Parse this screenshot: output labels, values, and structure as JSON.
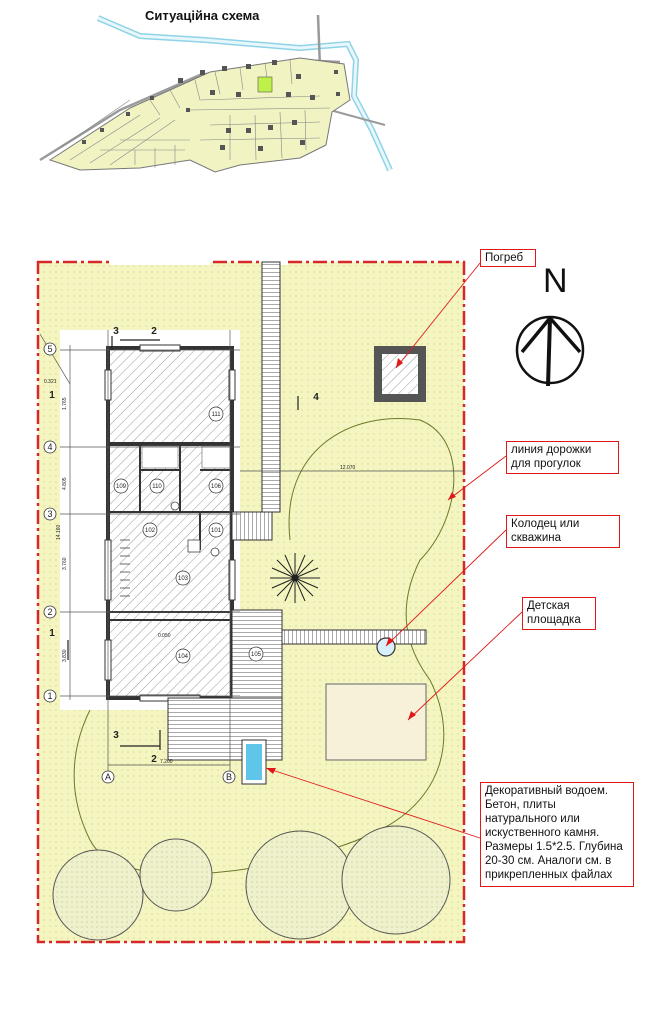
{
  "title": "Ситуаційна схема",
  "north_label": "N",
  "callouts": [
    {
      "id": "cellar",
      "text": "Погреб"
    },
    {
      "id": "path",
      "text": "линия дорожки\nдля прогулок"
    },
    {
      "id": "well",
      "text": "Колодец или\nскважина"
    },
    {
      "id": "playground",
      "text": "Детская\nплощадка"
    },
    {
      "id": "pond",
      "text": "Декоративный водоем.\nБетон, плиты\nнатурального или\nискуственного камня.\nРазмеры 1.5*2.5. Глубина\n20-30 см. Аналоги см. в\nприкрепленных файлах"
    }
  ],
  "grid_axes": {
    "rows": [
      "5",
      "4",
      "3",
      "2",
      "1"
    ],
    "cols": [
      "A",
      "B"
    ]
  },
  "section_marks": [
    "2",
    "3",
    "4",
    "2",
    "3",
    "1",
    "1"
  ],
  "rooms": [
    "111",
    "109",
    "110",
    "106",
    "102",
    "101",
    "103",
    "104",
    "105"
  ],
  "dimension_labels": {
    "long": "12.070",
    "width": "7.200",
    "total_height": "14.160",
    "segments": [
      "1.765",
      "4.805",
      "3.760",
      "3.830"
    ],
    "offset": "0.321",
    "level": "0.050"
  },
  "colors": {
    "site_fill": "#f4f5c0",
    "boundary": "#d62828",
    "callout_border": "#e01818",
    "wall": "#333333",
    "tree": "#e9edc4",
    "pond": "#5fc6ea",
    "playground": "#f7f1da",
    "highlight_lot": "#bff04a"
  },
  "icons": [
    "north-arrow-icon",
    "shrub-icon",
    "well-icon",
    "tree-icon"
  ]
}
